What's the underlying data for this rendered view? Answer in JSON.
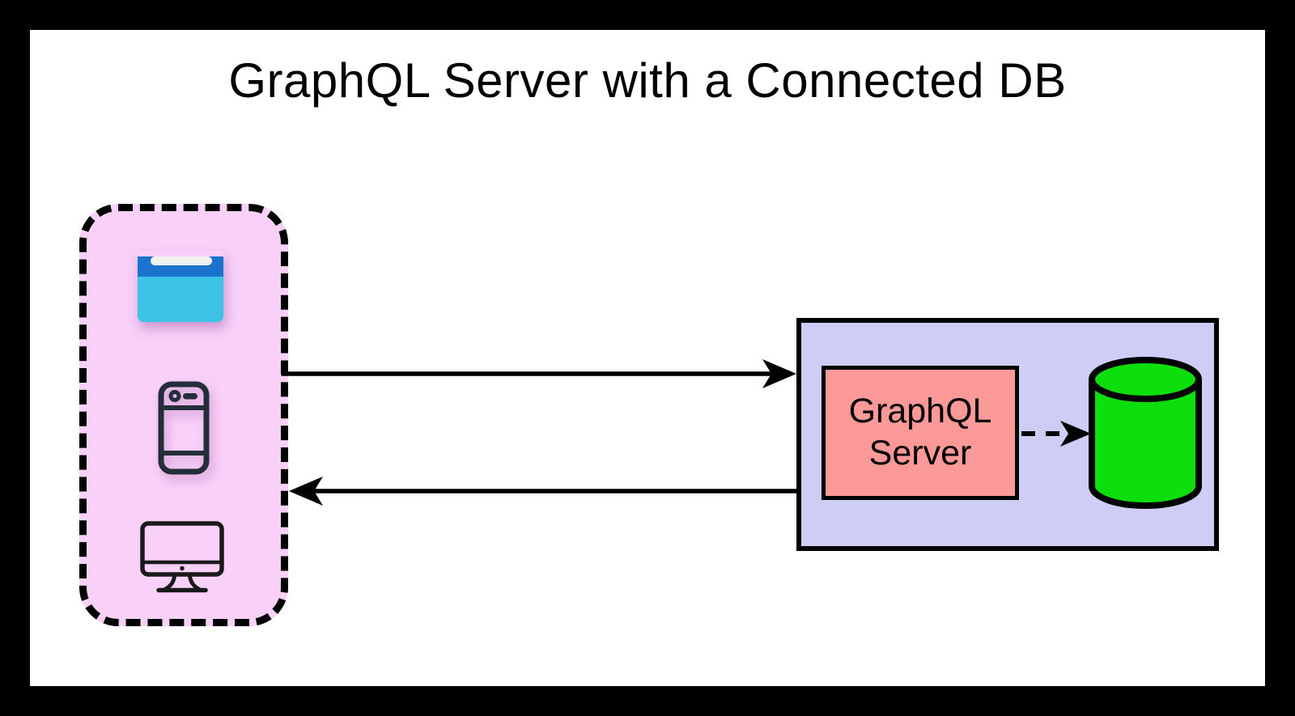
{
  "title": "GraphQL Server with a Connected DB",
  "clients": {
    "icons": [
      {
        "name": "browser-icon"
      },
      {
        "name": "smartphone-icon"
      },
      {
        "name": "desktop-monitor-icon"
      }
    ]
  },
  "server": {
    "label": "GraphQL Server",
    "database_icon": "database-cylinder-icon"
  },
  "arrows": {
    "request": "clients-to-server-solid",
    "response": "server-to-clients-solid",
    "db_link": "server-to-database-dashed"
  },
  "colors": {
    "frame": "#000000",
    "canvas": "#ffffff",
    "clients-fill": "#f8d0f8",
    "server-zone-fill": "#cecdf5",
    "server-box-fill": "#fb9898",
    "db-fill": "#0ddf0d",
    "browser-titlebar": "#1a73cd",
    "browser-body": "#3dc2e8",
    "browser-addressbar": "#f1f1ef",
    "phone-stroke": "#242d3a",
    "monitor-stroke": "#1a1a1a",
    "line": "#000000"
  }
}
